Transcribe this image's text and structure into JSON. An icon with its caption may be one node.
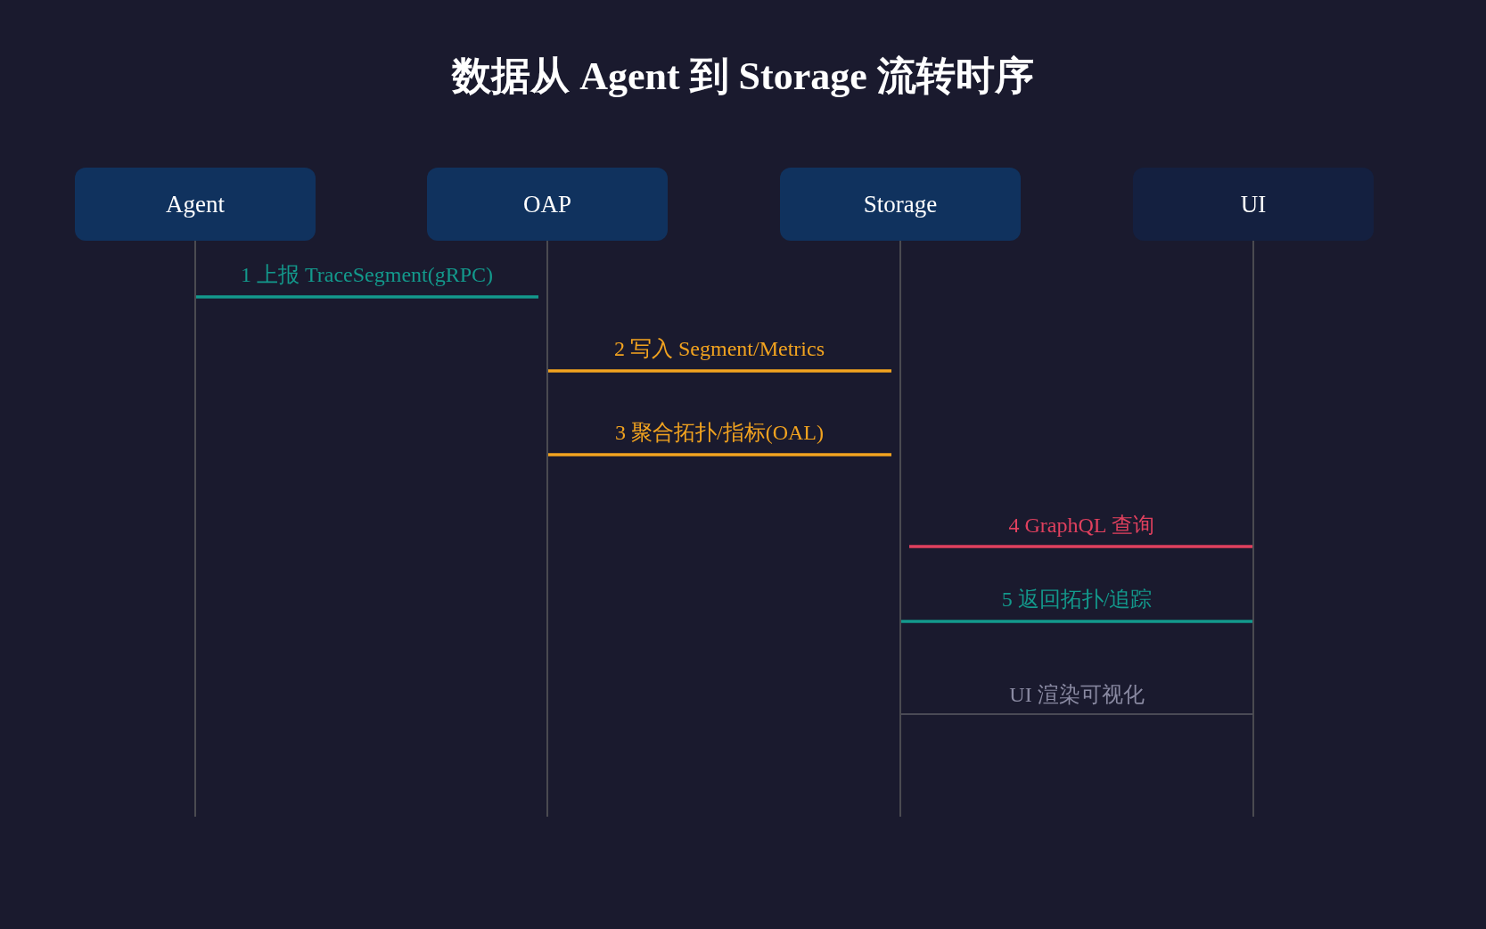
{
  "diagram": {
    "title": "数据从 Agent 到 Storage 流转时序",
    "nodes": [
      {
        "text": [
          "Agent"
        ]
      },
      {
        "text": [
          "OAP"
        ]
      },
      {
        "text": [
          "Storage"
        ]
      },
      {
        "text": [
          "UI"
        ]
      }
    ],
    "edges": [
      {
        "from": 0,
        "to": 1,
        "arrow": "none",
        "label": "1 上报 TraceSegment(gRPC)",
        "color": "#13998c"
      },
      {
        "from": 1,
        "to": 2,
        "arrow": "none",
        "label": "2 写入 Segment/Metrics",
        "color": "#f2a31f"
      },
      {
        "from": 1,
        "to": 2,
        "arrow": "none",
        "label": "3 聚合拓扑/指标(OAL)",
        "color": "#f2a31f"
      },
      {
        "from": 3,
        "to": 2,
        "arrow": "none",
        "label": "4 GraphQL 查询",
        "color": "#e0405e"
      },
      {
        "from": 2,
        "to": 3,
        "arrow": "none",
        "label": "5 返回拓扑/追踪",
        "color": "#13998c"
      },
      {
        "from": 2,
        "to": 3,
        "arrow": "none",
        "label": "UI 渲染可视化",
        "color": "#4a4a55"
      }
    ]
  }
}
